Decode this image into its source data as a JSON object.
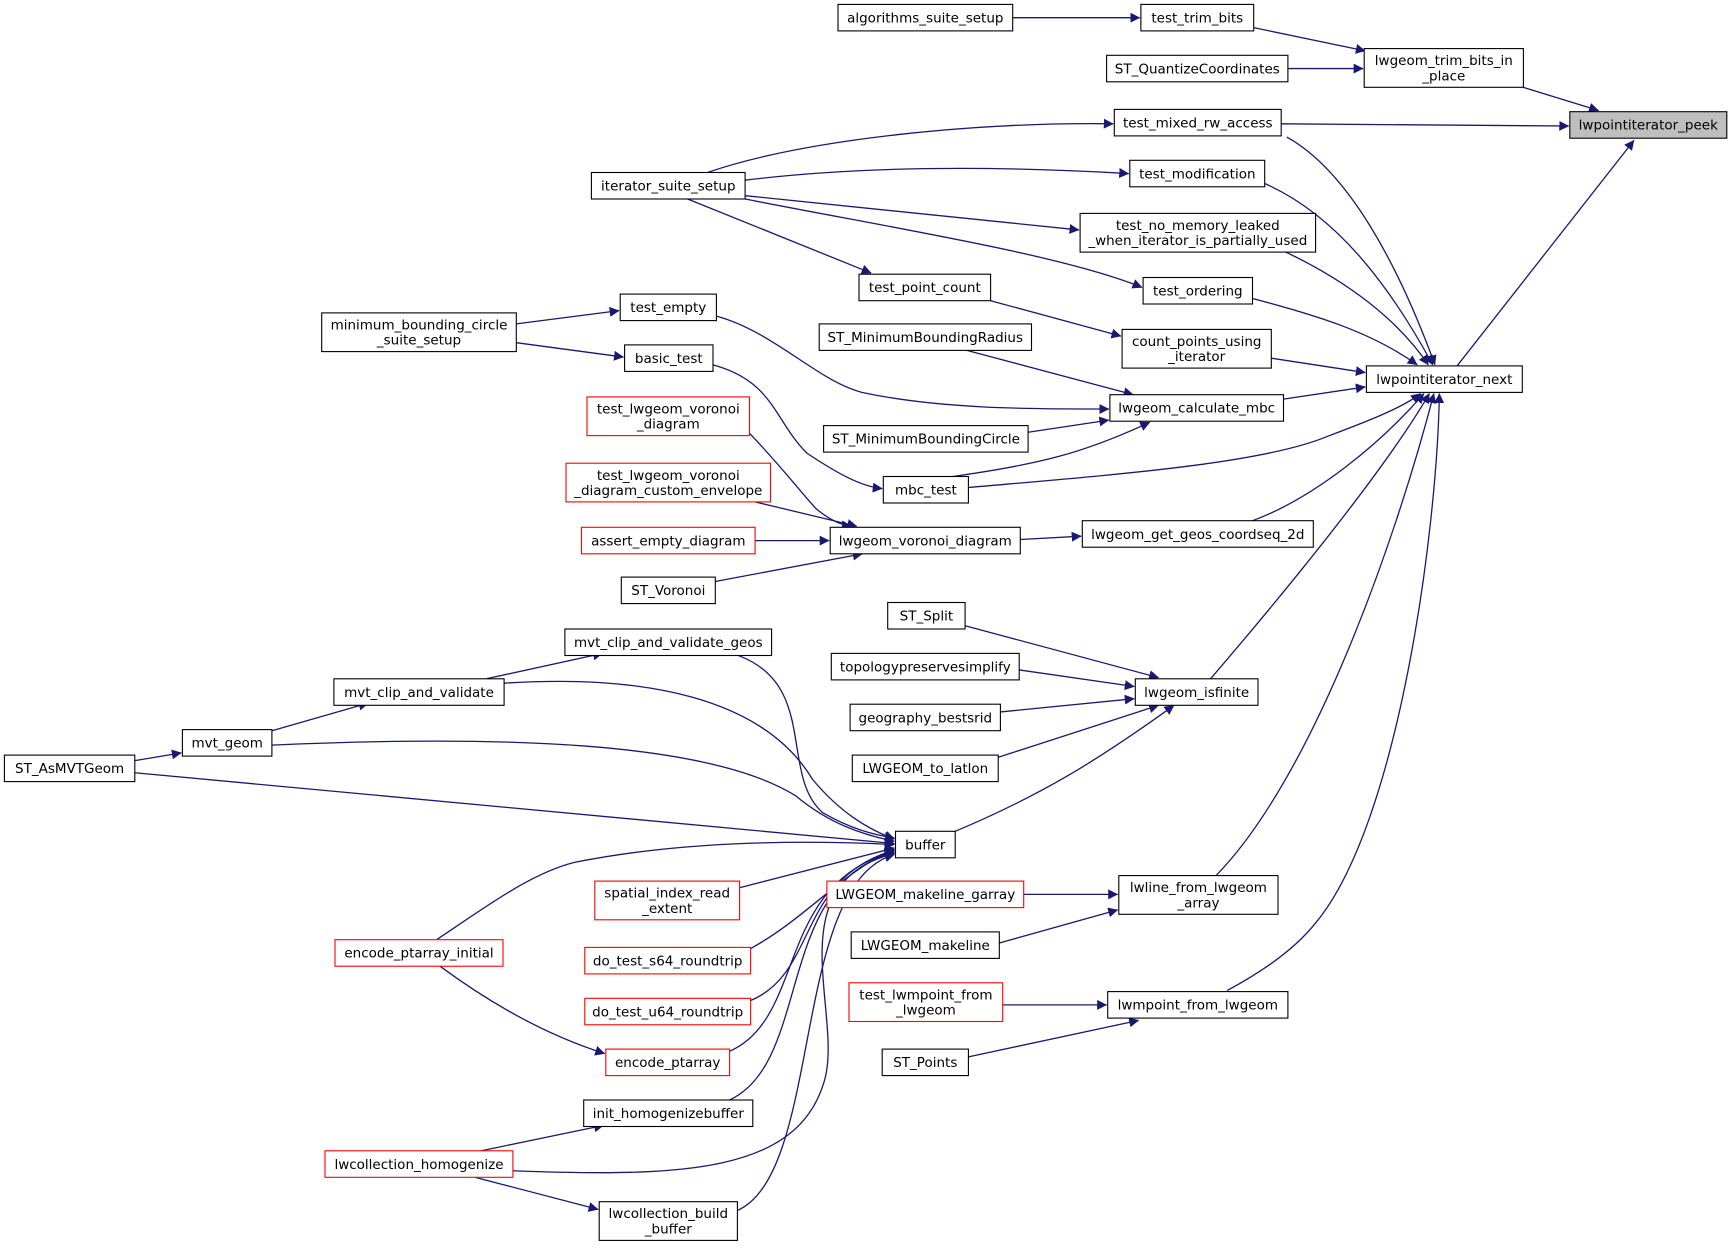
{
  "graph": {
    "root_color": "#bfbfbf",
    "edge_color": "#191970",
    "missing_doc_border_color": "#ff0000",
    "nodes": {
      "lwpointiterator_peek": {
        "lines": [
          "lwpointiterator_peek"
        ],
        "style": "root"
      },
      "lwgeom_trim_bits_in_place": {
        "lines": [
          "lwgeom_trim_bits_in",
          "_place"
        ],
        "style": "normal"
      },
      "lwpointiterator_next": {
        "lines": [
          "lwpointiterator_next"
        ],
        "style": "normal"
      },
      "test_mixed_rw_access": {
        "lines": [
          "test_mixed_rw_access"
        ],
        "style": "normal"
      },
      "test_trim_bits": {
        "lines": [
          "test_trim_bits"
        ],
        "style": "normal"
      },
      "ST_QuantizeCoordinates": {
        "lines": [
          "ST_QuantizeCoordinates"
        ],
        "style": "normal"
      },
      "algorithms_suite_setup": {
        "lines": [
          "algorithms_suite_setup"
        ],
        "style": "normal"
      },
      "test_modification": {
        "lines": [
          "test_modification"
        ],
        "style": "normal"
      },
      "test_no_memory_leaked": {
        "lines": [
          "test_no_memory_leaked",
          "_when_iterator_is_partially_used"
        ],
        "style": "normal"
      },
      "test_ordering": {
        "lines": [
          "test_ordering"
        ],
        "style": "normal"
      },
      "count_points_using_iterator": {
        "lines": [
          "count_points_using",
          "_iterator"
        ],
        "style": "normal"
      },
      "lwgeom_calculate_mbc": {
        "lines": [
          "lwgeom_calculate_mbc"
        ],
        "style": "normal"
      },
      "mbc_test": {
        "lines": [
          "mbc_test"
        ],
        "style": "normal"
      },
      "lwgeom_get_geos_coordseq_2d": {
        "lines": [
          "lwgeom_get_geos_coordseq_2d"
        ],
        "style": "normal"
      },
      "lwgeom_isfinite": {
        "lines": [
          "lwgeom_isfinite"
        ],
        "style": "normal"
      },
      "lwline_from_lwgeom_array": {
        "lines": [
          "lwline_from_lwgeom",
          "_array"
        ],
        "style": "normal"
      },
      "lwmpoint_from_lwgeom": {
        "lines": [
          "lwmpoint_from_lwgeom"
        ],
        "style": "normal"
      },
      "iterator_suite_setup": {
        "lines": [
          "iterator_suite_setup"
        ],
        "style": "normal"
      },
      "test_point_count": {
        "lines": [
          "test_point_count"
        ],
        "style": "normal"
      },
      "ST_MinimumBoundingRadius": {
        "lines": [
          "ST_MinimumBoundingRadius"
        ],
        "style": "normal"
      },
      "ST_MinimumBoundingCircle": {
        "lines": [
          "ST_MinimumBoundingCircle"
        ],
        "style": "normal"
      },
      "test_empty": {
        "lines": [
          "test_empty"
        ],
        "style": "normal"
      },
      "basic_test": {
        "lines": [
          "basic_test"
        ],
        "style": "normal"
      },
      "minimum_bounding_circle_suite_setup": {
        "lines": [
          "minimum_bounding_circle",
          "_suite_setup"
        ],
        "style": "normal"
      },
      "lwgeom_voronoi_diagram": {
        "lines": [
          "lwgeom_voronoi_diagram"
        ],
        "style": "normal"
      },
      "test_lwgeom_voronoi_diagram": {
        "lines": [
          "test_lwgeom_voronoi",
          "_diagram"
        ],
        "style": "red"
      },
      "test_lwgeom_voronoi_diagram_custom_envelope": {
        "lines": [
          "test_lwgeom_voronoi",
          "_diagram_custom_envelope"
        ],
        "style": "red"
      },
      "assert_empty_diagram": {
        "lines": [
          "assert_empty_diagram"
        ],
        "style": "red"
      },
      "ST_Voronoi": {
        "lines": [
          "ST_Voronoi"
        ],
        "style": "normal"
      },
      "ST_Split": {
        "lines": [
          "ST_Split"
        ],
        "style": "normal"
      },
      "topologypreservesimplify": {
        "lines": [
          "topologypreservesimplify"
        ],
        "style": "normal"
      },
      "geography_bestsrid": {
        "lines": [
          "geography_bestsrid"
        ],
        "style": "normal"
      },
      "LWGEOM_to_latlon": {
        "lines": [
          "LWGEOM_to_latlon"
        ],
        "style": "normal"
      },
      "buffer": {
        "lines": [
          "buffer"
        ],
        "style": "normal"
      },
      "mvt_clip_and_validate_geos": {
        "lines": [
          "mvt_clip_and_validate_geos"
        ],
        "style": "normal"
      },
      "mvt_clip_and_validate": {
        "lines": [
          "mvt_clip_and_validate"
        ],
        "style": "normal"
      },
      "mvt_geom": {
        "lines": [
          "mvt_geom"
        ],
        "style": "normal"
      },
      "ST_AsMVTGeom": {
        "lines": [
          "ST_AsMVTGeom"
        ],
        "style": "normal"
      },
      "spatial_index_read_extent": {
        "lines": [
          "spatial_index_read",
          "_extent"
        ],
        "style": "red"
      },
      "do_test_s64_roundtrip": {
        "lines": [
          "do_test_s64_roundtrip"
        ],
        "style": "red"
      },
      "do_test_u64_roundtrip": {
        "lines": [
          "do_test_u64_roundtrip"
        ],
        "style": "red"
      },
      "encode_ptarray": {
        "lines": [
          "encode_ptarray"
        ],
        "style": "red"
      },
      "encode_ptarray_initial": {
        "lines": [
          "encode_ptarray_initial"
        ],
        "style": "red"
      },
      "init_homogenizebuffer": {
        "lines": [
          "init_homogenizebuffer"
        ],
        "style": "normal"
      },
      "lwcollection_homogenize": {
        "lines": [
          "lwcollection_homogenize"
        ],
        "style": "red"
      },
      "lwcollection_build_buffer": {
        "lines": [
          "lwcollection_build",
          "_buffer"
        ],
        "style": "normal"
      },
      "LWGEOM_makeline_garray": {
        "lines": [
          "LWGEOM_makeline_garray"
        ],
        "style": "red"
      },
      "LWGEOM_makeline": {
        "lines": [
          "LWGEOM_makeline"
        ],
        "style": "normal"
      },
      "test_lwmpoint_from_lwgeom": {
        "lines": [
          "test_lwmpoint_from",
          "_lwgeom"
        ],
        "style": "red"
      },
      "ST_Points": {
        "lines": [
          "ST_Points"
        ],
        "style": "normal"
      }
    },
    "edges": [
      {
        "from": "lwgeom_trim_bits_in_place",
        "to": "lwpointiterator_peek"
      },
      {
        "from": "lwpointiterator_next",
        "to": "lwpointiterator_peek"
      },
      {
        "from": "test_mixed_rw_access",
        "to": "lwpointiterator_peek"
      },
      {
        "from": "test_trim_bits",
        "to": "lwgeom_trim_bits_in_place"
      },
      {
        "from": "ST_QuantizeCoordinates",
        "to": "lwgeom_trim_bits_in_place"
      },
      {
        "from": "algorithms_suite_setup",
        "to": "test_trim_bits"
      },
      {
        "from": "test_mixed_rw_access",
        "to": "lwpointiterator_next"
      },
      {
        "from": "test_modification",
        "to": "lwpointiterator_next"
      },
      {
        "from": "test_no_memory_leaked",
        "to": "lwpointiterator_next"
      },
      {
        "from": "test_ordering",
        "to": "lwpointiterator_next"
      },
      {
        "from": "count_points_using_iterator",
        "to": "lwpointiterator_next"
      },
      {
        "from": "lwgeom_calculate_mbc",
        "to": "lwpointiterator_next"
      },
      {
        "from": "mbc_test",
        "to": "lwpointiterator_next"
      },
      {
        "from": "lwgeom_get_geos_coordseq_2d",
        "to": "lwpointiterator_next"
      },
      {
        "from": "lwgeom_isfinite",
        "to": "lwpointiterator_next"
      },
      {
        "from": "lwline_from_lwgeom_array",
        "to": "lwpointiterator_next"
      },
      {
        "from": "lwmpoint_from_lwgeom",
        "to": "lwpointiterator_next"
      },
      {
        "from": "iterator_suite_setup",
        "to": "test_mixed_rw_access"
      },
      {
        "from": "iterator_suite_setup",
        "to": "test_modification"
      },
      {
        "from": "iterator_suite_setup",
        "to": "test_no_memory_leaked"
      },
      {
        "from": "iterator_suite_setup",
        "to": "test_ordering"
      },
      {
        "from": "iterator_suite_setup",
        "to": "test_point_count"
      },
      {
        "from": "test_point_count",
        "to": "count_points_using_iterator"
      },
      {
        "from": "ST_MinimumBoundingRadius",
        "to": "lwgeom_calculate_mbc"
      },
      {
        "from": "test_empty",
        "to": "lwgeom_calculate_mbc"
      },
      {
        "from": "ST_MinimumBoundingCircle",
        "to": "lwgeom_calculate_mbc"
      },
      {
        "from": "mbc_test",
        "to": "lwgeom_calculate_mbc"
      },
      {
        "from": "basic_test",
        "to": "mbc_test"
      },
      {
        "from": "minimum_bounding_circle_suite_setup",
        "to": "test_empty"
      },
      {
        "from": "minimum_bounding_circle_suite_setup",
        "to": "basic_test"
      },
      {
        "from": "lwgeom_voronoi_diagram",
        "to": "lwgeom_get_geos_coordseq_2d"
      },
      {
        "from": "test_lwgeom_voronoi_diagram",
        "to": "lwgeom_voronoi_diagram"
      },
      {
        "from": "test_lwgeom_voronoi_diagram_custom_envelope",
        "to": "lwgeom_voronoi_diagram"
      },
      {
        "from": "assert_empty_diagram",
        "to": "lwgeom_voronoi_diagram"
      },
      {
        "from": "ST_Voronoi",
        "to": "lwgeom_voronoi_diagram"
      },
      {
        "from": "ST_Split",
        "to": "lwgeom_isfinite"
      },
      {
        "from": "topologypreservesimplify",
        "to": "lwgeom_isfinite"
      },
      {
        "from": "geography_bestsrid",
        "to": "lwgeom_isfinite"
      },
      {
        "from": "LWGEOM_to_latlon",
        "to": "lwgeom_isfinite"
      },
      {
        "from": "buffer",
        "to": "lwgeom_isfinite"
      },
      {
        "from": "mvt_clip_and_validate_geos",
        "to": "buffer"
      },
      {
        "from": "mvt_clip_and_validate",
        "to": "buffer"
      },
      {
        "from": "mvt_geom",
        "to": "buffer"
      },
      {
        "from": "ST_AsMVTGeom",
        "to": "buffer"
      },
      {
        "from": "encode_ptarray_initial",
        "to": "buffer"
      },
      {
        "from": "spatial_index_read_extent",
        "to": "buffer"
      },
      {
        "from": "do_test_s64_roundtrip",
        "to": "buffer"
      },
      {
        "from": "do_test_u64_roundtrip",
        "to": "buffer"
      },
      {
        "from": "encode_ptarray",
        "to": "buffer"
      },
      {
        "from": "init_homogenizebuffer",
        "to": "buffer"
      },
      {
        "from": "lwcollection_homogenize",
        "to": "buffer"
      },
      {
        "from": "lwcollection_build_buffer",
        "to": "buffer"
      },
      {
        "from": "mvt_clip_and_validate",
        "to": "mvt_clip_and_validate_geos"
      },
      {
        "from": "mvt_geom",
        "to": "mvt_clip_and_validate"
      },
      {
        "from": "ST_AsMVTGeom",
        "to": "mvt_geom"
      },
      {
        "from": "encode_ptarray_initial",
        "to": "encode_ptarray"
      },
      {
        "from": "lwcollection_homogenize",
        "to": "init_homogenizebuffer"
      },
      {
        "from": "lwcollection_homogenize",
        "to": "lwcollection_build_buffer"
      },
      {
        "from": "LWGEOM_makeline_garray",
        "to": "lwline_from_lwgeom_array"
      },
      {
        "from": "LWGEOM_makeline",
        "to": "lwline_from_lwgeom_array"
      },
      {
        "from": "test_lwmpoint_from_lwgeom",
        "to": "lwmpoint_from_lwgeom"
      },
      {
        "from": "ST_Points",
        "to": "lwmpoint_from_lwgeom"
      }
    ]
  }
}
